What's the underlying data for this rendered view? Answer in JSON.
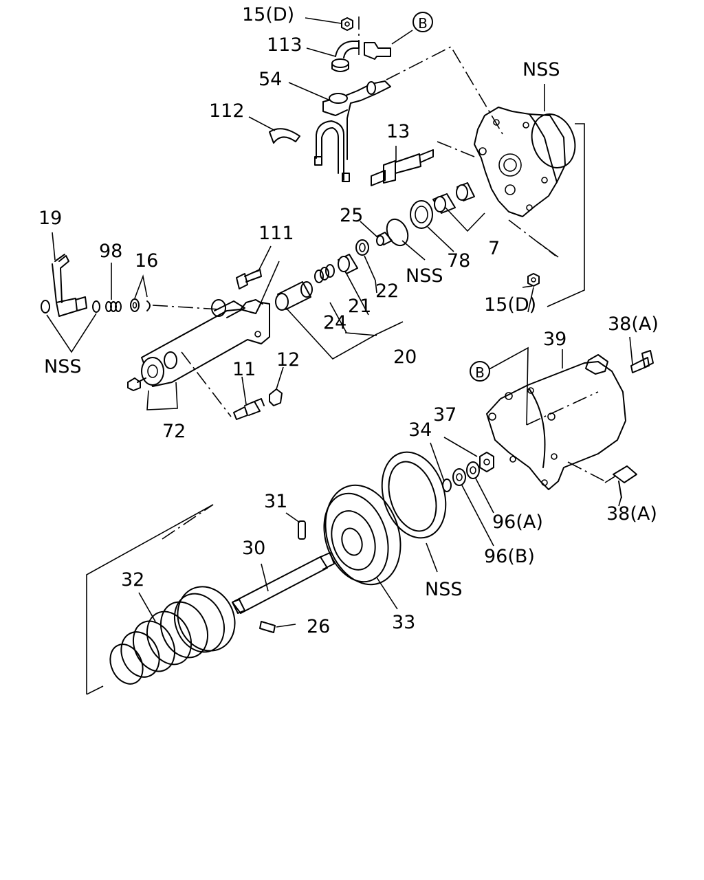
{
  "labels": {
    "l15d_top": "15(D)",
    "l113": "113",
    "l54": "54",
    "l112": "112",
    "l13": "13",
    "lnss_top": "NSS",
    "l25": "25",
    "lnss_mid": "NSS",
    "l78": "78",
    "l7": "7",
    "l15d_mid": "15(D)",
    "l19": "19",
    "l98": "98",
    "l16": "16",
    "l111": "111",
    "l24": "24",
    "l21": "21",
    "l22": "22",
    "l20": "20",
    "lnss_left": "NSS",
    "l11": "11",
    "l12": "12",
    "l72": "72",
    "l39": "39",
    "l38a_top": "38(A)",
    "l37": "37",
    "l34": "34",
    "l96a": "96(A)",
    "l96b": "96(B)",
    "l38a_bot": "38(A)",
    "l31": "31",
    "l30": "30",
    "l32": "32",
    "l26": "26",
    "l33": "33",
    "lnss_bot": "NSS"
  },
  "callouts": {
    "b_top": "B",
    "b_mid": "B"
  }
}
